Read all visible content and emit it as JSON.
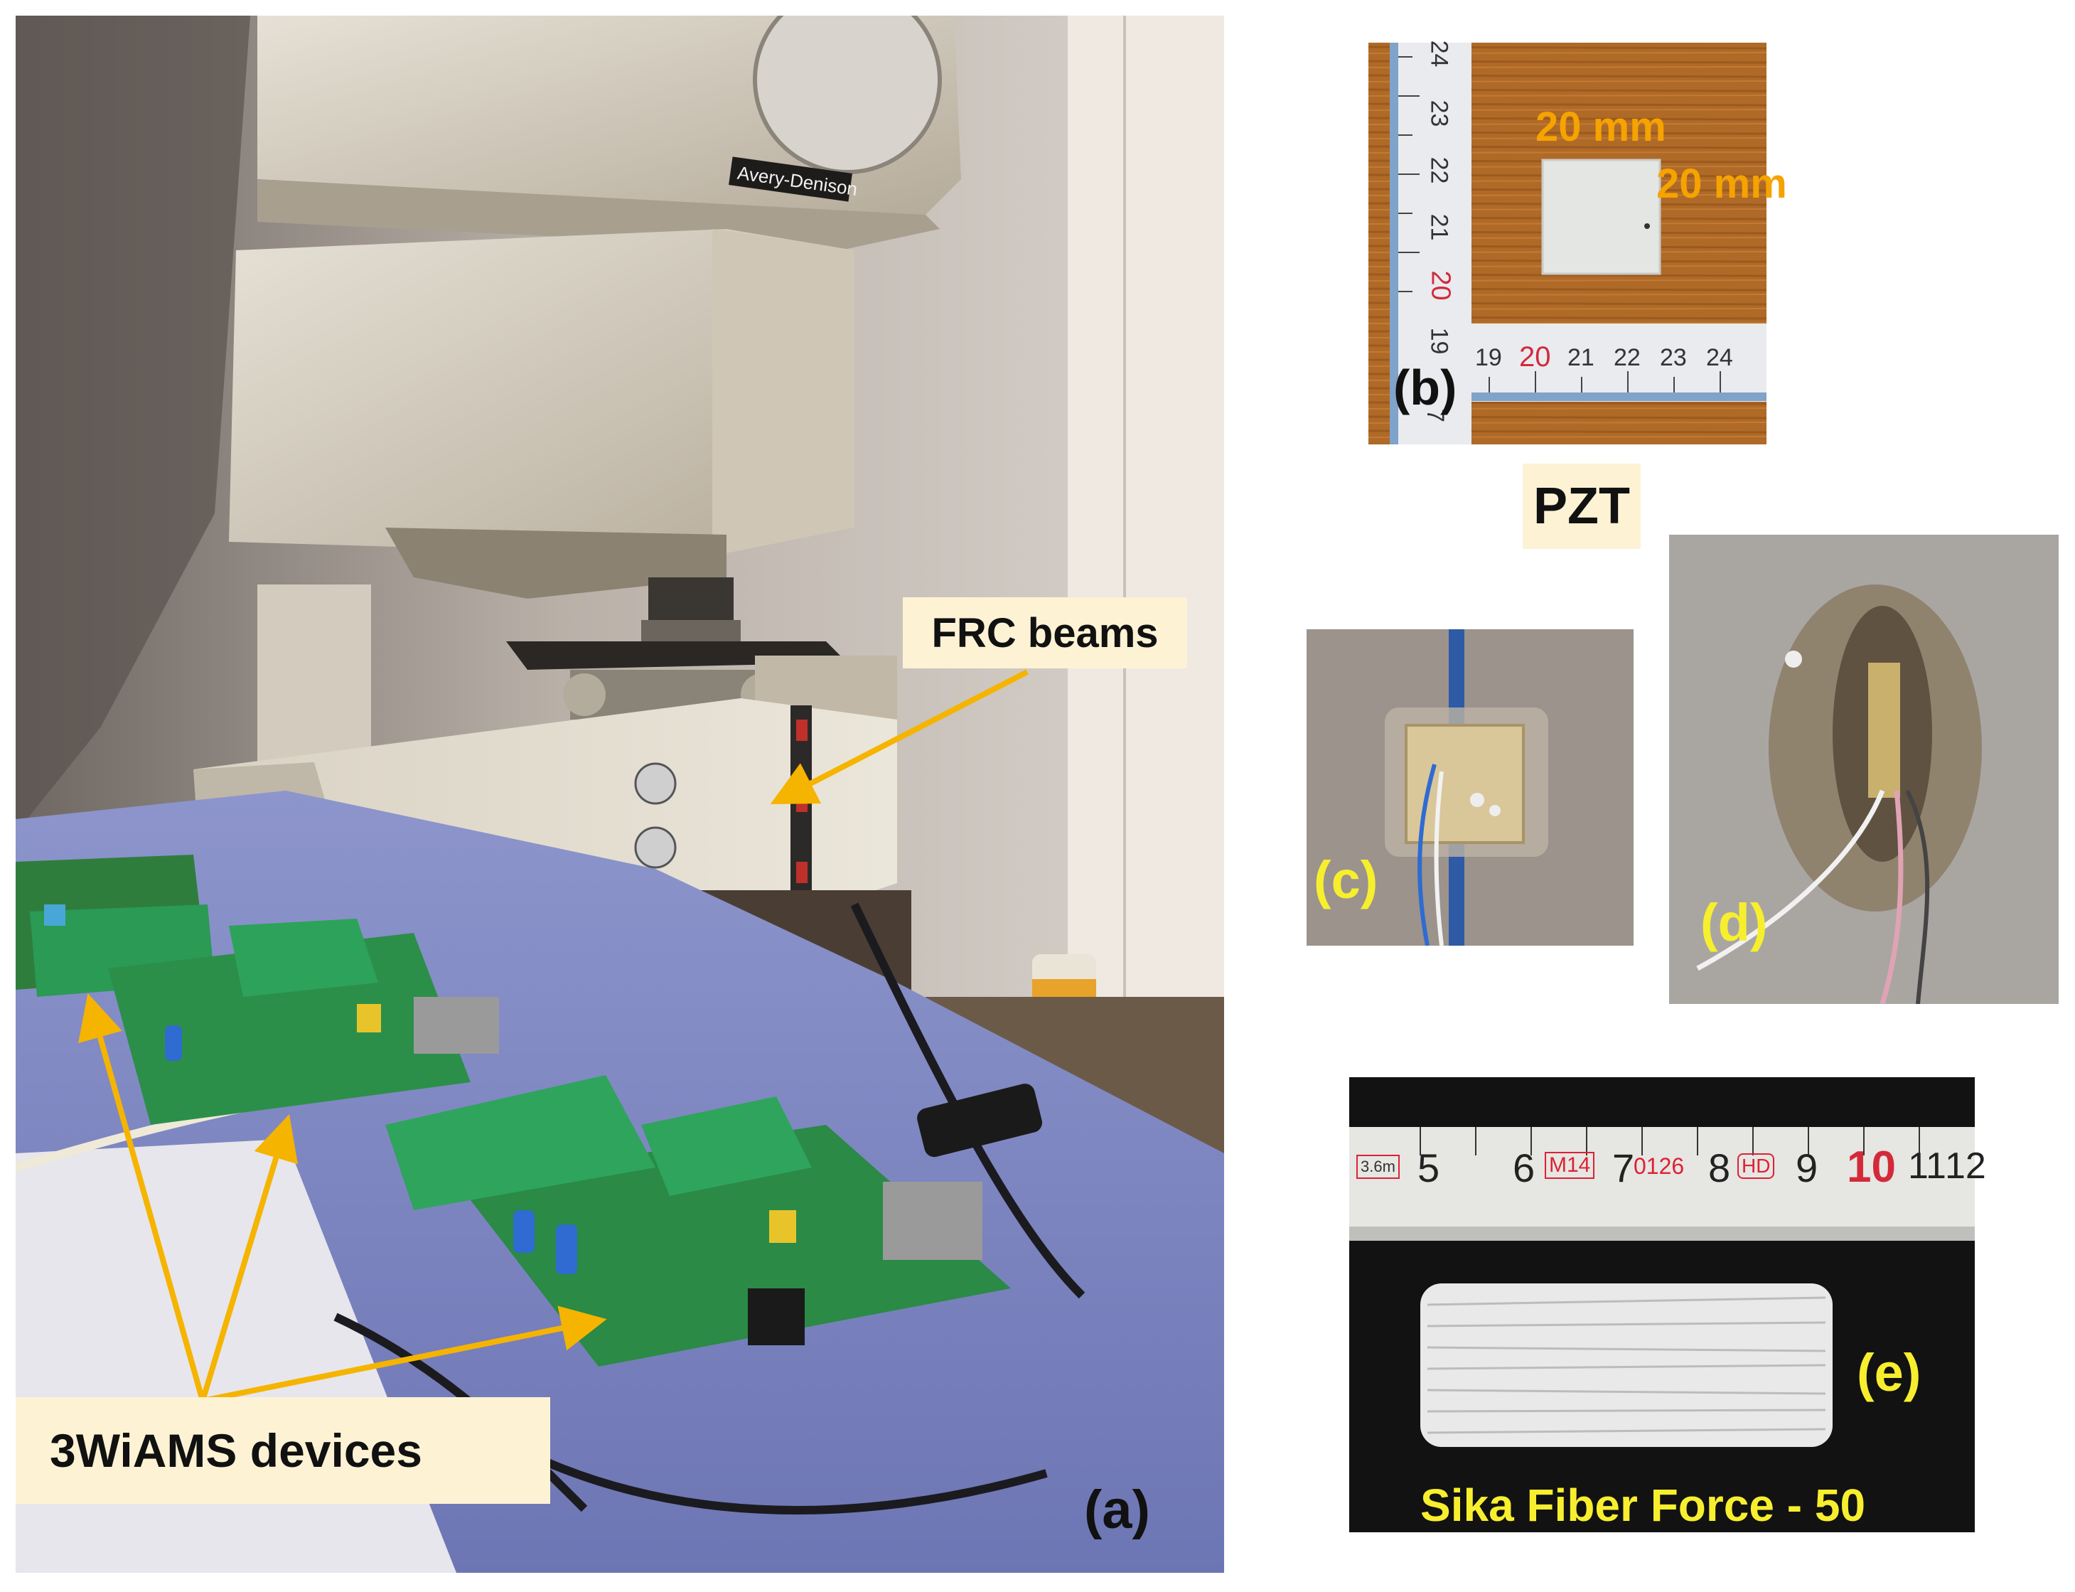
{
  "panels": {
    "a": {
      "tag": "(a)"
    },
    "b": {
      "tag": "(b)",
      "dimension_top": "20 mm",
      "dimension_right": "20 mm",
      "caption": "PZT",
      "ruler_vertical": [
        "24",
        "23",
        "22",
        "21",
        "20",
        "19",
        "7"
      ],
      "ruler_horizontal": [
        "19",
        "20",
        "21",
        "22",
        "23",
        "24"
      ]
    },
    "c": {
      "tag": "(c)"
    },
    "d": {
      "tag": "(d)"
    },
    "e": {
      "tag": "(e)",
      "label": "Sika Fiber Force - 50",
      "tape_marks": [
        "5",
        "6",
        "7",
        "8",
        "9",
        "10",
        "11",
        "12"
      ],
      "tape_small_1": "3.6m",
      "tape_small_2": "M14",
      "tape_small_3": "0126",
      "tape_small_4": "HD"
    }
  },
  "callouts": {
    "frc": "FRC beams",
    "devices": "3WiAMS devices"
  },
  "machine_label": "Avery-Denison",
  "colors": {
    "callout_bg": "#fdf3d4",
    "arrow": "#f5b400",
    "dimension_text": "#f5a300",
    "yellow_label": "#f7ef2e"
  }
}
